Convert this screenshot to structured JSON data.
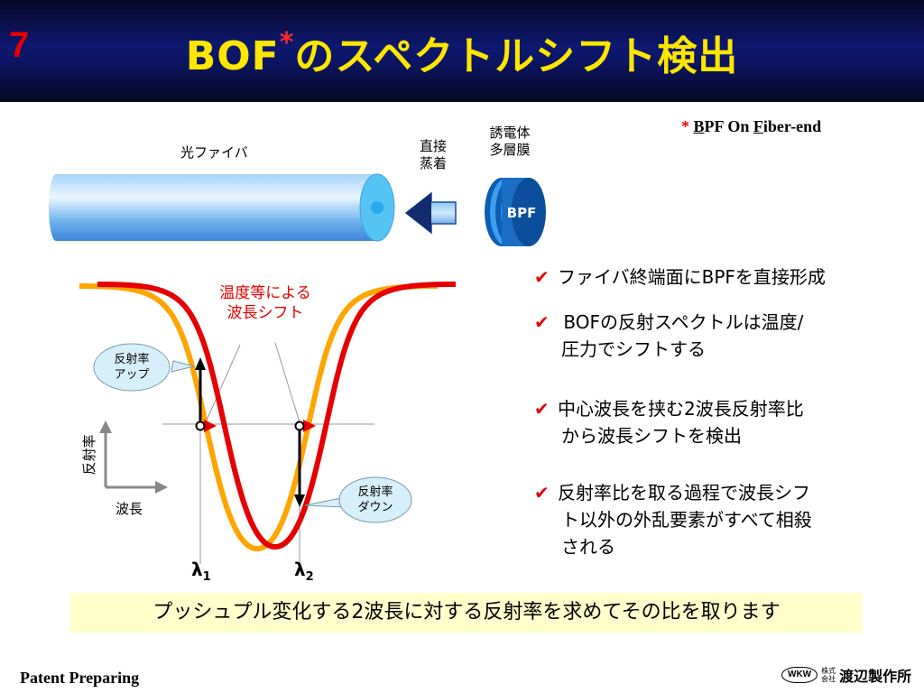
{
  "header": {
    "slide_number": "7",
    "title_main": "BOF",
    "title_star": "*",
    "title_rest": "のスペクトルシフト検出"
  },
  "footnote": {
    "star": "*",
    "b": "B",
    "pf_on": "PF On ",
    "f": "F",
    "rest": "iber-end"
  },
  "fiber_diagram": {
    "fiber_label": "光ファイバ",
    "deposition_label_1": "直接",
    "deposition_label_2": "蒸着",
    "dielectric_label_1": "誘電体",
    "dielectric_label_2": "多層膜",
    "bpf_label": "BPF"
  },
  "spectrum_chart": {
    "shift_label_1": "温度等による",
    "shift_label_2": "波長シフト",
    "callout_up_1": "反射率",
    "callout_up_2": "アップ",
    "callout_down_1": "反射率",
    "callout_down_2": "ダウン",
    "y_axis_label": "反射率",
    "x_axis_label": "波長",
    "lambda1": "λ",
    "lambda1_sub": "1",
    "lambda2": "λ",
    "lambda2_sub": "2",
    "colors": {
      "before": "#ffa500",
      "after": "#e60000"
    }
  },
  "bullets": [
    {
      "check": "✔",
      "line1": "ファイバ終端面にBPFを直接形成",
      "line2": "",
      "line3": ""
    },
    {
      "check": "✔",
      "line1": " BOFの反射スペクトルは温度/",
      "line2": "圧力でシフトする",
      "line3": ""
    },
    {
      "check": "✔",
      "line1": "中心波長を挟む2波長反射率比",
      "line2": "から波長シフトを検出",
      "line3": ""
    },
    {
      "check": "✔",
      "line1": "反射率比を取る過程で波長シフ",
      "line2": "ト以外の外乱要素がすべて相殺",
      "line3": "される"
    }
  ],
  "summary": "プッシュプル変化する2波長に対する反射率を求めてその比を取ります",
  "footer": {
    "left": "Patent Preparing",
    "logo": "WKW",
    "kabushiki_1": "株式",
    "kabushiki_2": "会社",
    "company": "渡辺製作所"
  }
}
